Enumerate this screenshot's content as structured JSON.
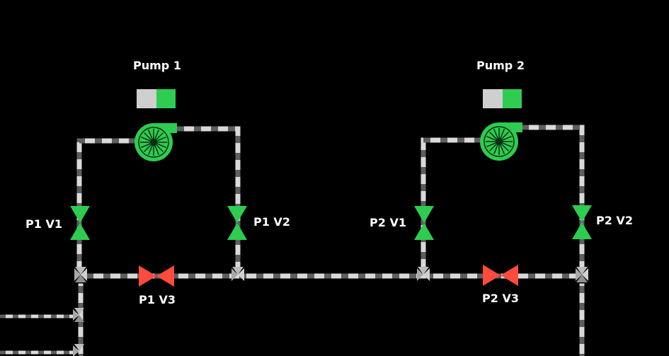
{
  "colors": {
    "background": "#000000",
    "pipe_light": "#d9d9d9",
    "pipe_dark": "#5e5e5e",
    "pump_running": "#2ecc50",
    "valve_open": "#2ecc50",
    "valve_closed": "#ff4b3e",
    "switch_off": "#cfcfcf",
    "junction": "#a8a8a8",
    "label": "#ffffff"
  },
  "pumps": [
    {
      "label": "Pump 1",
      "state": "running",
      "icon": "centrifugal-pump-icon",
      "switch": "on"
    },
    {
      "label": "Pump 2",
      "state": "running",
      "icon": "centrifugal-pump-icon",
      "switch": "on"
    }
  ],
  "valves": [
    {
      "label": "P1 V1",
      "state": "open",
      "icon": "valve-icon"
    },
    {
      "label": "P1 V2",
      "state": "open",
      "icon": "valve-icon"
    },
    {
      "label": "P1 V3",
      "state": "closed",
      "icon": "valve-icon"
    },
    {
      "label": "P2 V1",
      "state": "open",
      "icon": "valve-icon"
    },
    {
      "label": "P2 V2",
      "state": "open",
      "icon": "valve-icon"
    },
    {
      "label": "P2 V3",
      "state": "closed",
      "icon": "valve-icon"
    }
  ]
}
